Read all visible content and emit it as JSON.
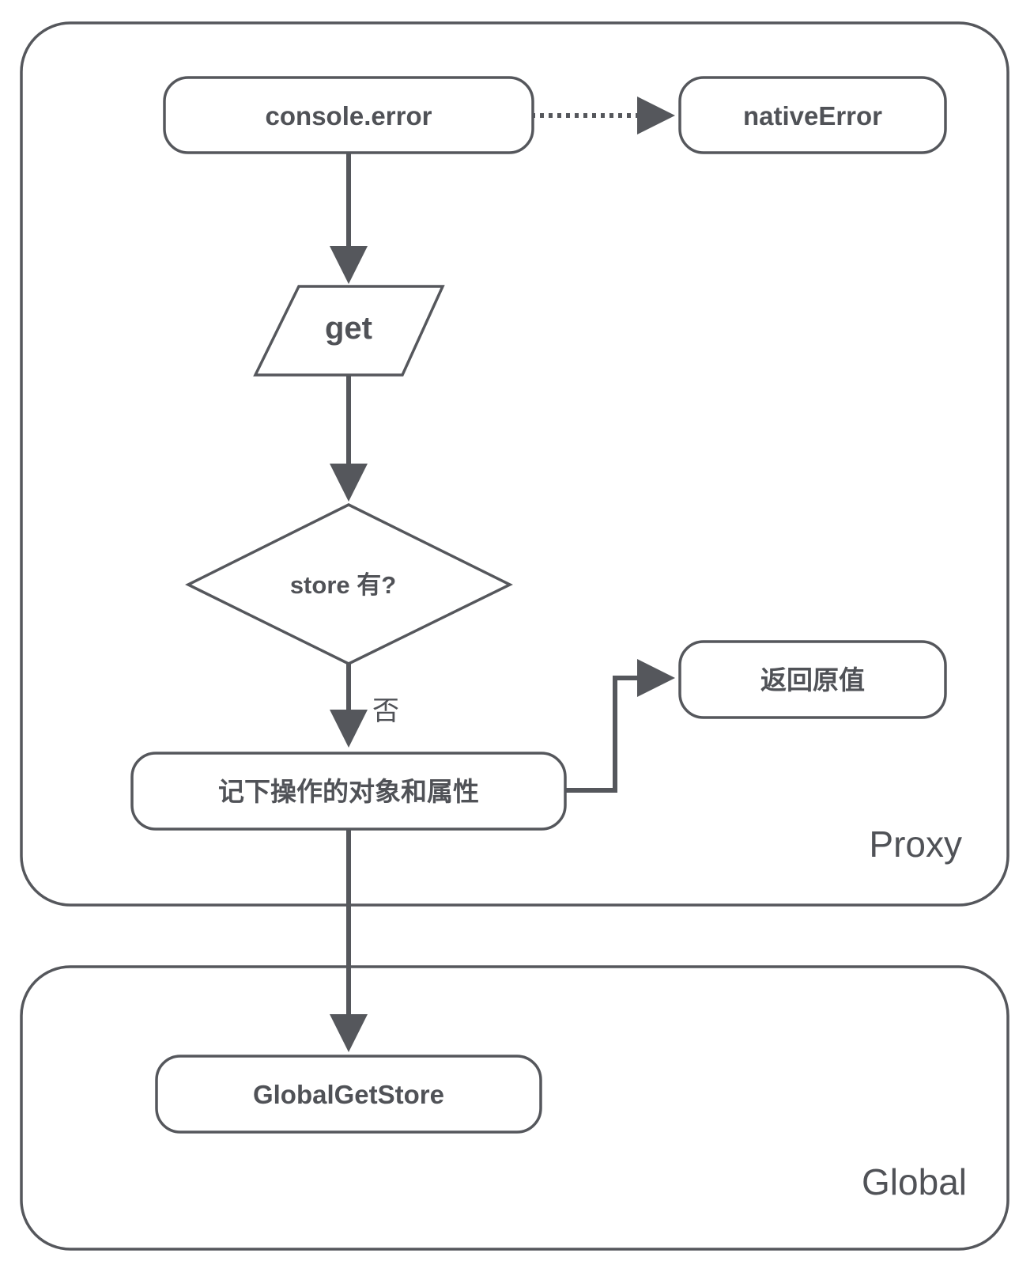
{
  "groups": {
    "proxy": {
      "label": "Proxy"
    },
    "global": {
      "label": "Global"
    }
  },
  "nodes": {
    "console_error": {
      "label": "console.error",
      "shape": "rounded-rectangle"
    },
    "native_error": {
      "label": "nativeError",
      "shape": "rounded-rectangle"
    },
    "get": {
      "label": "get",
      "shape": "parallelogram"
    },
    "store_check": {
      "label": "store 有?",
      "shape": "diamond"
    },
    "return_original": {
      "label": "返回原值",
      "shape": "rounded-rectangle"
    },
    "record_op": {
      "label": "记下操作的对象和属性",
      "shape": "rounded-rectangle"
    },
    "global_get_store": {
      "label": "GlobalGetStore",
      "shape": "rounded-rectangle"
    }
  },
  "edges": {
    "console_to_native": {
      "style": "dotted"
    },
    "console_to_get": {
      "style": "solid"
    },
    "get_to_store": {
      "style": "solid"
    },
    "store_to_record": {
      "style": "solid",
      "label": "否"
    },
    "record_to_return": {
      "style": "solid"
    },
    "record_to_global": {
      "style": "solid"
    }
  },
  "colors": {
    "stroke": "#55575c",
    "text": "#505257",
    "background": "#ffffff"
  }
}
